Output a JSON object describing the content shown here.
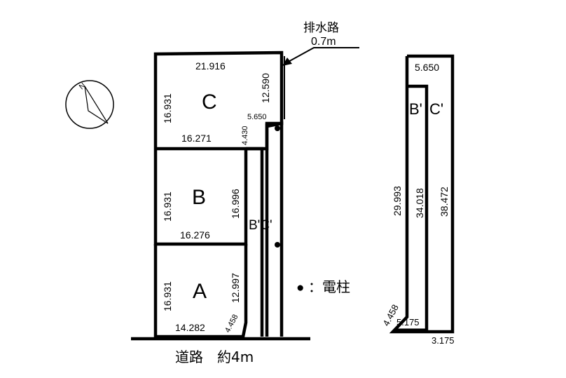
{
  "drainage": {
    "label": "排水路",
    "width": "0.7m"
  },
  "road": {
    "label": "道路　約4m"
  },
  "legend": {
    "dot": "●",
    "text": "：電柱"
  },
  "compass": {
    "north": "N"
  },
  "lots": {
    "C": {
      "name": "C",
      "top": "21.916",
      "left": "16.931",
      "right": "12.590",
      "bottom": "16.271",
      "flag_top": "5.650",
      "flag_side": "4.430"
    },
    "B": {
      "name": "B",
      "left": "16.931",
      "right": "16.996",
      "bottom": "16.276"
    },
    "A": {
      "name": "A",
      "left": "16.931",
      "right": "12.997",
      "bottom": "14.282",
      "corner": "4.458"
    }
  },
  "shared": {
    "name": "B'C'"
  },
  "detail": {
    "top": "5.650",
    "label_b": "B'",
    "label_c": "C'",
    "outer_left": "29.993",
    "middle": "34.018",
    "outer_right": "38.472",
    "corner": "4.458",
    "bottom_inner": "5.175",
    "bottom_outer": "3.175"
  }
}
